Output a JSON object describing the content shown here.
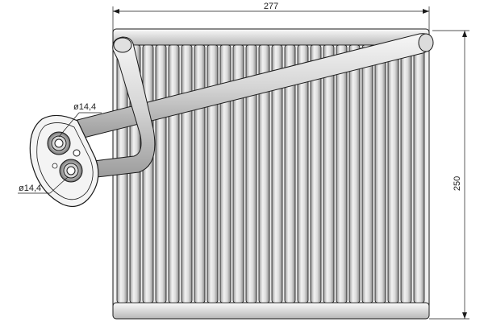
{
  "dimensions": {
    "width_label": "277",
    "height_label": "250",
    "port_upper_label": "ø14,4",
    "port_lower_label": "ø14,4"
  },
  "colors": {
    "line": "#1a1a1a",
    "fin_light": "#e6e6e6",
    "fin_mid": "#bdbdbd",
    "fin_dark": "#8c8c8c",
    "pipe_light": "#f0f0f0",
    "pipe_dark": "#a0a0a0",
    "background": "#ffffff"
  },
  "core": {
    "fin_count": 24
  }
}
